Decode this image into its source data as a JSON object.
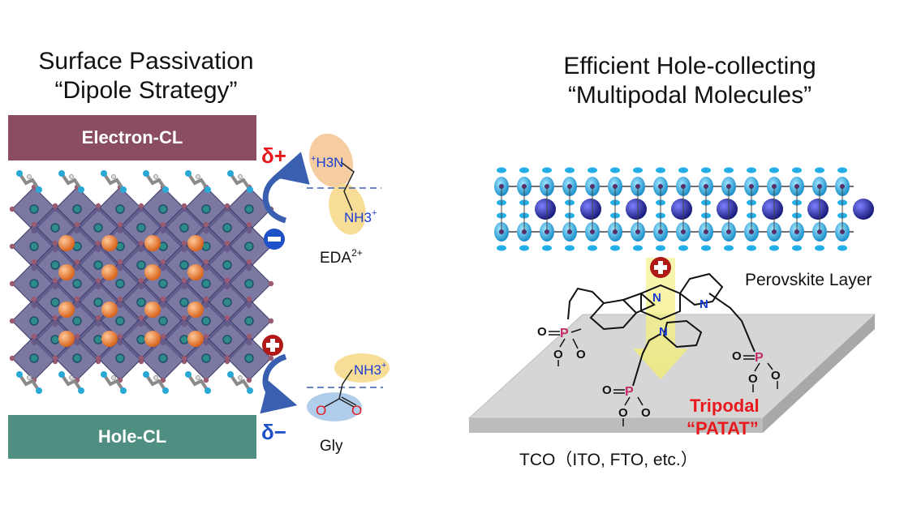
{
  "left": {
    "title_line1": "Surface Passivation",
    "title_line2": "“Dipole Strategy”",
    "electron_cl": "Electron-CL",
    "hole_cl": "Hole-CL",
    "delta_plus": "δ+",
    "delta_minus": "δ−",
    "eda": {
      "nh3_top": "H3N",
      "nh3_top_charge": "+",
      "nh3_bottom": "NH3",
      "nh3_bottom_charge": "+",
      "label": "EDA",
      "label_charge": "2+"
    },
    "gly": {
      "nh3": "NH3",
      "nh3_charge": "+",
      "o_left": "O",
      "o_right": "O",
      "label": "Gly"
    },
    "colors": {
      "electron_cl": "#8a4e60",
      "hole_cl": "#4e8f82",
      "octahedron": "#5e5a8c",
      "cation": "#e0782a",
      "delta_plus": "#e8191c",
      "delta_minus": "#1e50c8",
      "arrow": "#3a5fb0",
      "ammonium_blob": "#f4c48f",
      "ammonium_blob2": "#f6d98a",
      "carboxylate_blob": "#a9c8ea"
    }
  },
  "right": {
    "title_line1": "Efficient Hole-collecting",
    "title_line2": "“Multipodal Molecules”",
    "perovskite_label": "Perovskite Layer",
    "tripodal_line1": "Tripodal",
    "tripodal_line2": "“PATAT”",
    "tco_label": "TCO（ITO, FTO, etc.）",
    "atom_N": "N",
    "atom_P": "P",
    "atom_O": "O",
    "colors": {
      "substrate": "#d4d4d4",
      "lattice_cyan": "#22aee6",
      "lattice_sphere": "#2c2f9a",
      "arrow": "#f4f07a",
      "phosphorus": "#c42a6a",
      "nitrogen": "#1a3cd6",
      "tripodal": "#e8191c"
    }
  }
}
